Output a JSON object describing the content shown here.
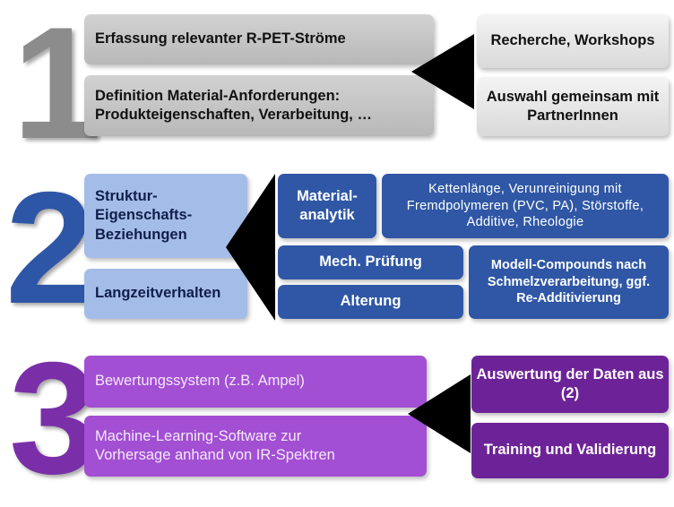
{
  "numbers": {
    "one": "1",
    "two": "2",
    "three": "3"
  },
  "colors": {
    "gray": "#8c8c8c",
    "blue": "#2e56a6",
    "purple": "#7a2fa8",
    "arrow": "#000000"
  },
  "row1": {
    "left": [
      "Erfassung relevanter R-PET-Ströme",
      "Definition Material-Anforderungen: Produkteigenschaften, Verarbeitung, …"
    ],
    "right": [
      "Recherche, Workshops",
      "Auswahl gemeinsam mit PartnerInnen"
    ]
  },
  "row2": {
    "left": [
      "Struktur-Eigenschafts-Beziehungen",
      "Langzeitverhalten"
    ],
    "materialanalytik": "Material-analytik",
    "materialanalytik_detail": "Kettenlänge, Verunreinigung mit Fremdpolymeren (PVC, PA), Störstoffe, Additive, Rheologie",
    "mech_pruefung": "Mech. Prüfung",
    "alterung": "Alterung",
    "modell_compounds": "Modell-Compounds nach Schmelzverarbeitung, ggf. Re-Additivierung"
  },
  "row3": {
    "left": [
      "Bewertungssystem (z.B. Ampel)",
      "Machine-Learning-Software zur Vorhersage anhand von IR-Spektren"
    ],
    "right": [
      "Auswertung der Daten aus (2)",
      "Training und Validierung"
    ]
  }
}
